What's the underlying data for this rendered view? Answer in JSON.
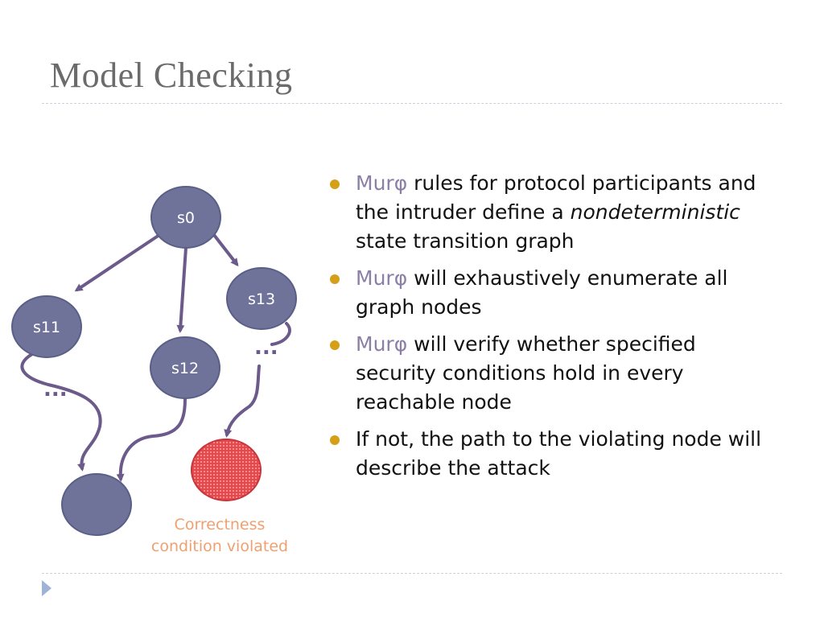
{
  "slide": {
    "title": "Model Checking"
  },
  "graph": {
    "nodes": {
      "s0": "s0",
      "s11": "s11",
      "s12": "s12",
      "s13": "s13"
    },
    "ellipsis": "...",
    "violation_caption": [
      "Correctness",
      "condition violated"
    ],
    "colors": {
      "node_fill": "#6f739a",
      "edge": "#6b5a8a",
      "violation_fill": "#e8474b",
      "caption": "#f0a070"
    }
  },
  "bullets": [
    {
      "prefix": "Murφ",
      "text": " rules for protocol participants and the intruder define a ",
      "emphasis": "nondeterministic",
      "suffix": " state transition graph"
    },
    {
      "prefix": "Murφ",
      "text": " will exhaustively enumerate all graph nodes"
    },
    {
      "prefix": "Murφ",
      "text": " will verify whether specified security conditions hold in every reachable node"
    },
    {
      "text": "If not, the path to the violating node will describe the attack"
    }
  ],
  "colors": {
    "bullet": "#d4a017",
    "title": "#6b6b6b",
    "murphi": "#8c7fa6"
  }
}
